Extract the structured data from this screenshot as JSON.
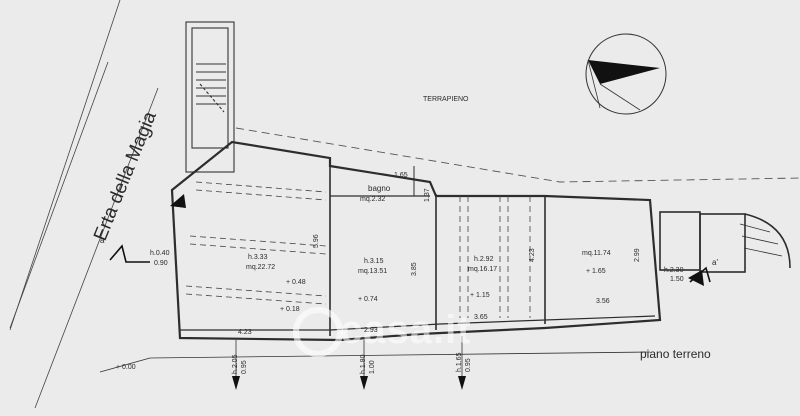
{
  "street_name": "Erta della Magia",
  "area_label": "TERRAPIENO",
  "floor_label": "piano terreno",
  "watermark": "casa.it",
  "section_marker_left": "a",
  "section_marker_right": "a'",
  "level_base": "+ 0.00",
  "rooms": [
    {
      "height": "h.3.33",
      "area": "mq.22.72"
    },
    {
      "height": "h.3.15",
      "area": "mq.13.51"
    },
    {
      "name": "bagno",
      "area": "mq.2.32"
    },
    {
      "height": "h.2.92",
      "area": "mq.16.17"
    },
    {
      "area": "mq.11.74"
    }
  ],
  "levels": [
    "+ 0.48",
    "+ 0.18",
    "+ 0.74",
    "+ 1.15",
    "+ 1.65"
  ],
  "dimensions": {
    "d_423": "4.23",
    "d_293": "2.93",
    "d_365": "3.65",
    "d_356": "3.56",
    "d_165": "1.65",
    "d_137": "1.37",
    "d_596": "5.96",
    "d_385": "3.85",
    "d_423b": "4.23",
    "d_299": "2.99"
  },
  "openings": {
    "w_left_h": "h.0.40",
    "w_left_b": "0.90",
    "w_right_h": "h.2.30",
    "w_right_b": "1.50",
    "d1_h": "h.2.05",
    "d1_b": "0.95",
    "d2_h": "h.1.80",
    "d2_b": "1.00",
    "d3_h": "h.1.65",
    "d3_b": "0.95"
  }
}
